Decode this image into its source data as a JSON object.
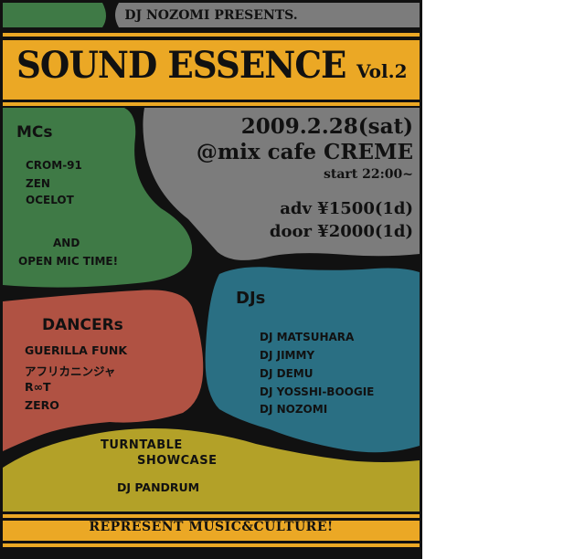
{
  "header": {
    "presents": "DJ NOZOMI  PRESENTS.",
    "title": "SOUND ESSENCE",
    "volume": "Vol.2"
  },
  "event": {
    "date": "2009.2.28(sat)",
    "venue": "@mix cafe CREME",
    "start": "start 22:00~",
    "adv": "adv ¥1500(1d)",
    "door": "door ¥2000(1d)"
  },
  "mcs": {
    "heading": "MCs",
    "names": [
      "CROM-91",
      "ZEN",
      "OCELOT"
    ],
    "note_line1": "AND",
    "note_line2": "OPEN MIC TIME!"
  },
  "djs": {
    "heading": "DJs",
    "names": [
      "DJ  MATSUHARA",
      "DJ  JIMMY",
      "DJ  DEMU",
      "DJ  YOSSHI-BOOGIE",
      "DJ  NOZOMI"
    ]
  },
  "dancers": {
    "heading": "DANCERs",
    "names": [
      "GUERILLA FUNK",
      "アフリカニンジャ",
      "R∞T",
      "ZERO"
    ]
  },
  "showcase": {
    "heading_line1": "TURNTABLE",
    "heading_line2": "SHOWCASE",
    "name": "DJ  PANDRUM"
  },
  "footer": {
    "tagline": "REPRESENT  MUSIC&CULTURE!"
  },
  "colors": {
    "gold": "#eba825",
    "grey": "#7c7c7c",
    "green": "#3f7a46",
    "teal": "#2a6f83",
    "red": "#b05243",
    "olive": "#b3a128",
    "ink": "#111111"
  }
}
